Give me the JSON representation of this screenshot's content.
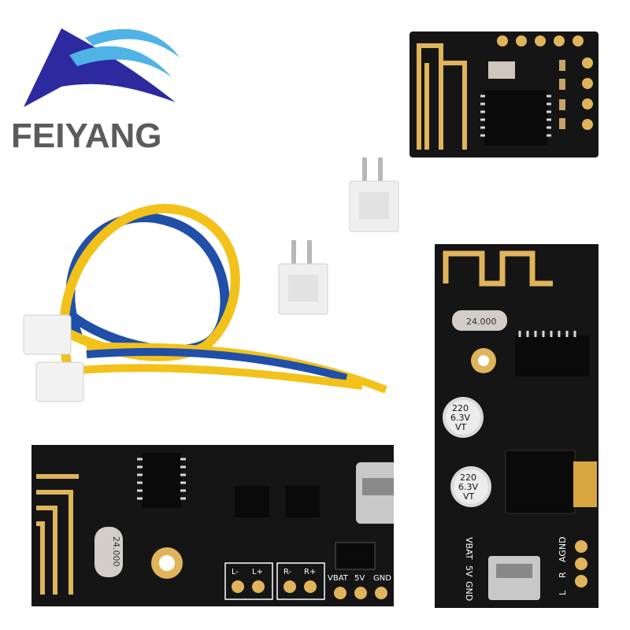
{
  "brand": {
    "name": "FEIYANG",
    "logo_icon": "wave-logo-icon",
    "colors": {
      "logo_blue": "#2d2aa0",
      "logo_light": "#4fb3e6",
      "text": "#5b5b5b"
    }
  },
  "boards": {
    "bottom_board": {
      "pin_labels": [
        "L-",
        "L+",
        "R-",
        "R+",
        "VBAT",
        "5V",
        "GND"
      ],
      "crystal_label": "24.000"
    },
    "right_board": {
      "cap_1": [
        "220",
        "6.3V",
        "VT"
      ],
      "cap_2": [
        "220",
        "6.3V",
        "VT"
      ],
      "crystal_label": "24.000",
      "pin_labels": [
        "VBAT",
        "5V",
        "GND",
        "L",
        "R",
        "AGND"
      ]
    }
  },
  "colors": {
    "pcb": "#151515",
    "gold": "#e0b45a",
    "wire_yellow": "#f2c21b",
    "wire_blue": "#1f4fa8"
  }
}
